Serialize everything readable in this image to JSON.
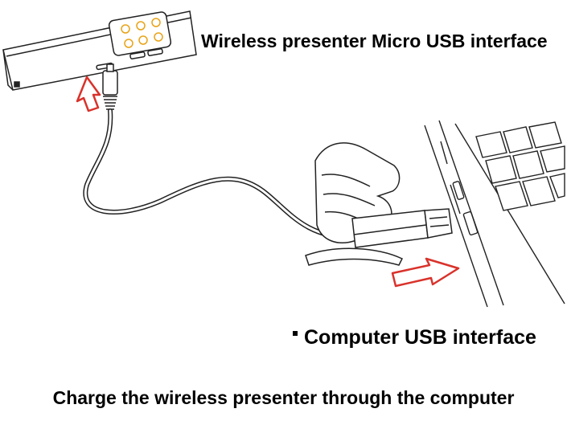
{
  "labels": {
    "micro_usb": "Wireless presenter Micro USB interface",
    "computer_usb": "Computer USB interface",
    "caption": "Charge the wireless presenter through the computer"
  },
  "colors": {
    "arrow": "#d9322b",
    "button_accent": "#e8a317",
    "line": "#222222"
  },
  "icons": [
    "presenter",
    "micro-usb-plug",
    "cable",
    "hand",
    "usb-a-plug",
    "laptop",
    "arrow-up",
    "arrow-right"
  ]
}
